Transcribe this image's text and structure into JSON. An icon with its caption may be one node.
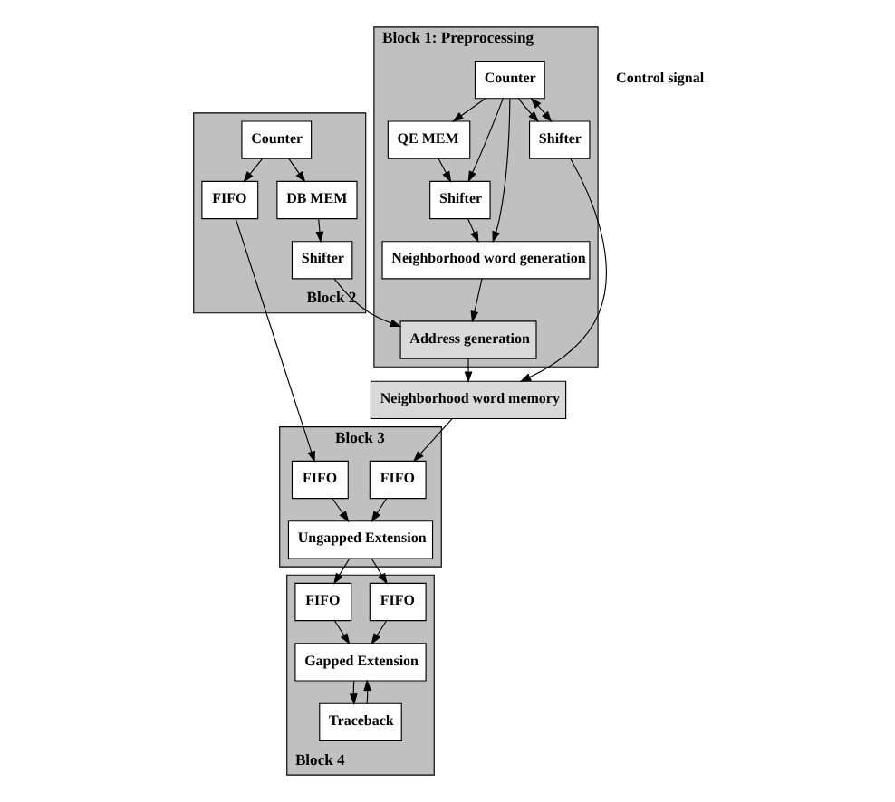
{
  "diagram": {
    "nodes": [
      {
        "text": [
          "Block 1: Preprocessing"
        ]
      },
      {
        "text": [
          "QE MEM"
        ],
        "in": 0
      },
      {
        "text": [
          "Counter"
        ],
        "in": 0
      },
      {
        "text": [
          "Shifter"
        ],
        "in": 0
      },
      {
        "text": [
          "Neighborhood word generation"
        ],
        "in": 0
      },
      {
        "text": [
          "Shifter"
        ],
        "in": 0
      },
      {
        "text": [
          "Address generation"
        ],
        "in": 0
      },
      {
        "text": [
          "Neighborhood word memory"
        ]
      },
      {
        "text": [
          "Block 2"
        ]
      },
      {
        "text": [
          "Shifter"
        ],
        "in": 8
      },
      {
        "text": [
          "FIFO"
        ],
        "in": 8
      },
      {
        "text": [
          "DB MEM"
        ],
        "in": 8
      },
      {
        "text": [
          "Counter"
        ],
        "in": 8
      },
      {
        "text": [
          "Block 3"
        ]
      },
      {
        "text": [
          "FIFO"
        ],
        "in": 13
      },
      {
        "text": [
          "Ungapped Extension"
        ],
        "in": 13
      },
      {
        "text": [
          "FIFO"
        ],
        "in": 13
      },
      {
        "text": [
          "Block 4"
        ]
      },
      {
        "text": [
          "FIFO"
        ],
        "in": 17
      },
      {
        "text": [
          "FIFO"
        ],
        "in": 17
      },
      {
        "text": [
          "Gapped Extension"
        ],
        "in": 17
      },
      {
        "text": [
          "Traceback"
        ],
        "in": 17
      }
    ],
    "edges": [
      {
        "from": 2,
        "to": 1,
        "arrow": "to"
      },
      {
        "from": 1,
        "to": 3,
        "arrow": "to"
      },
      {
        "from": 2,
        "to": 3,
        "arrow": "to"
      },
      {
        "from": 2,
        "to": 4,
        "arrow": "to"
      },
      {
        "from": 2,
        "to": 5,
        "arrow": "to"
      },
      {
        "from": 5,
        "to": 2,
        "arrow": "both"
      },
      {
        "from": 3,
        "to": 4,
        "arrow": "to"
      },
      {
        "from": 4,
        "to": 6,
        "arrow": "to"
      },
      {
        "from": 5,
        "to": 7,
        "arrow": "to"
      },
      {
        "from": 6,
        "to": 7,
        "arrow": "to"
      },
      {
        "from": 9,
        "to": 6,
        "arrow": "to"
      },
      {
        "from": 11,
        "to": 9,
        "arrow": "to"
      },
      {
        "from": 12,
        "to": 11,
        "arrow": "to"
      },
      {
        "from": 12,
        "to": 10,
        "arrow": "to"
      },
      {
        "from": 7,
        "to": 14,
        "arrow": "to"
      },
      {
        "from": 10,
        "to": 16,
        "arrow": "to"
      },
      {
        "from": 14,
        "to": 15,
        "arrow": "to"
      },
      {
        "from": 16,
        "to": 15,
        "arrow": "to"
      },
      {
        "from": 15,
        "to": 18,
        "arrow": "to"
      },
      {
        "from": 15,
        "to": 19,
        "arrow": "to"
      },
      {
        "from": 18,
        "to": 20,
        "arrow": "to"
      },
      {
        "from": 19,
        "to": 20,
        "arrow": "to"
      },
      {
        "from": 20,
        "to": 21,
        "arrow": "to"
      },
      {
        "from": 21,
        "to": 20,
        "arrow": "to"
      }
    ],
    "labels": [
      "Control signal"
    ]
  }
}
